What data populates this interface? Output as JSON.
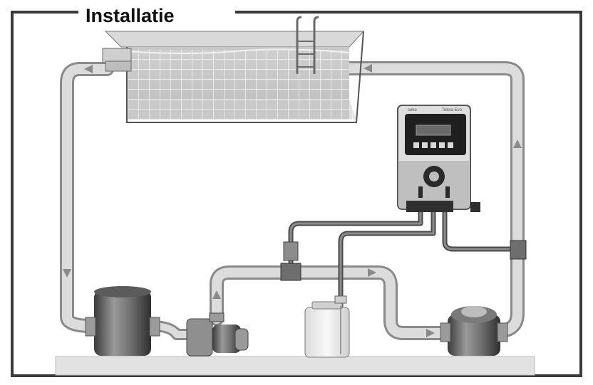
{
  "title": "Installatie",
  "controller": {
    "brand": "seko",
    "model": "Tekna Evo"
  },
  "flow_direction_arrows": [
    "up",
    "down",
    "right",
    "left"
  ]
}
